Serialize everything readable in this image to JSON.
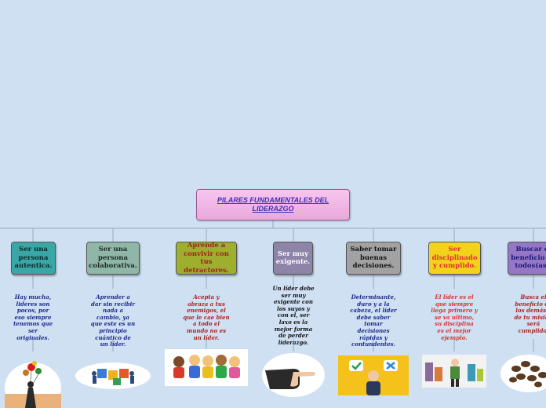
{
  "root": {
    "title": "PILARES FUNDAMENTALES DEL LIDERAZGO"
  },
  "pillars": [
    {
      "title": "Ser una persona autentica.",
      "color": "#3aa6a6",
      "text_color": "#0d2b2b",
      "desc": "Hay mucha, lideres son pocos, por eso siempre tenemos que ser originales.",
      "desc_color": "#1b2a8a",
      "icon": "man-balloons-icon"
    },
    {
      "title": "Ser una persona colaborativa.",
      "color": "#8fb6a6",
      "text_color": "#1c2b24",
      "desc": "Aprender a dar sin recibir nada a cambio, ya que este es un principio cuántico de un líder.",
      "desc_color": "#1b2a8a",
      "icon": "puzzle-team-icon"
    },
    {
      "title": "Aprende a convivir con tus detractores.",
      "color": "#9eae2e",
      "text_color": "#a02020",
      "desc": "Acepta y abraza a tus enemigos, el que le cae bien a todo el mundo no es un líder.",
      "desc_color": "#b02020",
      "icon": "kids-group-icon"
    },
    {
      "title": "Ser muy exigente.",
      "color": "#8d84a8",
      "text_color": "#ffffff",
      "desc": "Un líder debe ser muy exigente con los suyos y con el, ser laxo es la mejor forma de perder liderazgo.",
      "desc_color": "#111111",
      "icon": "pointing-hand-icon"
    },
    {
      "title": "Saber tomar buenas decisiones.",
      "color": "#a2a2a2",
      "text_color": "#111111",
      "desc": "Determinante, duro y a la cabeza, el líder debe saber tomar decisiones rápidas y contundentes.",
      "desc_color": "#1b2a8a",
      "icon": "decision-man-icon"
    },
    {
      "title": "Ser disciplinado y cumplido.",
      "color": "#f2d21b",
      "text_color": "#e03030",
      "desc": "El líder es el que siempre llega primero y se va ultimo, su disciplina es el mejor ejemplo.",
      "desc_color": "#e03030",
      "icon": "city-man-icon"
    },
    {
      "title": "Buscar el beneficio de todos(as).",
      "color": "#9577c6",
      "text_color": "#1a1a7a",
      "desc": "Busca el beneficio de los demás y de tu misión será cumplido.",
      "desc_color": "#b02020",
      "icon": "coffee-beans-icon"
    }
  ]
}
